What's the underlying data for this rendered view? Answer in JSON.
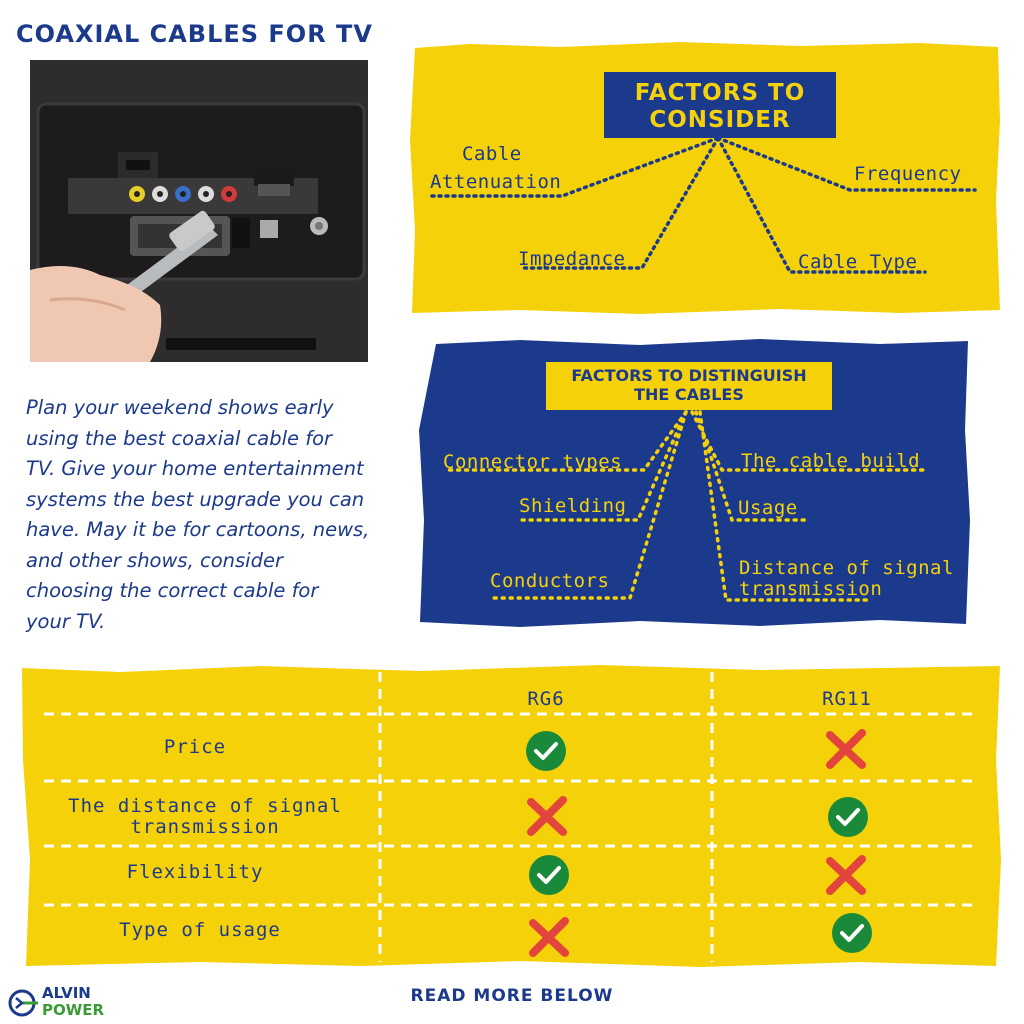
{
  "title": "COAXIAL CABLES FOR TV",
  "intro_lines": [
    "Plan your weekend shows early",
    "using the best coaxial cable for",
    "TV. Give your home entertainment",
    "systems the best upgrade you can",
    "have. May it be for cartoons, news,",
    "and other shows, consider",
    "choosing the correct cable for",
    "your TV."
  ],
  "factors_panel": {
    "title_line1": "FACTORS TO",
    "title_line2": "CONSIDER",
    "items": {
      "cable_attenuation_1": "Cable",
      "cable_attenuation_2": "Attenuation",
      "frequency": "Frequency",
      "impedance": "Impedance",
      "cable_type": "Cable Type"
    }
  },
  "distinguish_panel": {
    "title_line1": "FACTORS TO DISTINGUISH",
    "title_line2": "THE CABLES",
    "items": {
      "connector_types": "Connector types",
      "shielding": "Shielding",
      "conductors": "Conductors",
      "cable_build": "The cable build",
      "usage": "Usage",
      "distance_1": "Distance of signal",
      "distance_2": "transmission"
    }
  },
  "comparison": {
    "columns": [
      "RG6",
      "RG11"
    ],
    "rows": [
      {
        "label_1": "Price",
        "label_2": "",
        "rg6": "check",
        "rg11": "cross"
      },
      {
        "label_1": "The distance of signal",
        "label_2": "transmission",
        "rg6": "cross",
        "rg11": "check"
      },
      {
        "label_1": "Flexibility",
        "label_2": "",
        "rg6": "check",
        "rg11": "cross"
      },
      {
        "label_1": "Type of usage",
        "label_2": "",
        "rg6": "cross",
        "rg11": "check"
      }
    ]
  },
  "footer": {
    "read_more": "READ MORE BELOW",
    "logo_line1": "ALVIN",
    "logo_line2": "POWER"
  },
  "colors": {
    "navy": "#1c3a8c",
    "yellow": "#f5d10a",
    "check_green": "#1a8a3a",
    "cross_red": "#e2453c"
  },
  "icons": {
    "check": "check-circle-icon",
    "cross": "red-x-icon",
    "logo": "plug-icon"
  }
}
